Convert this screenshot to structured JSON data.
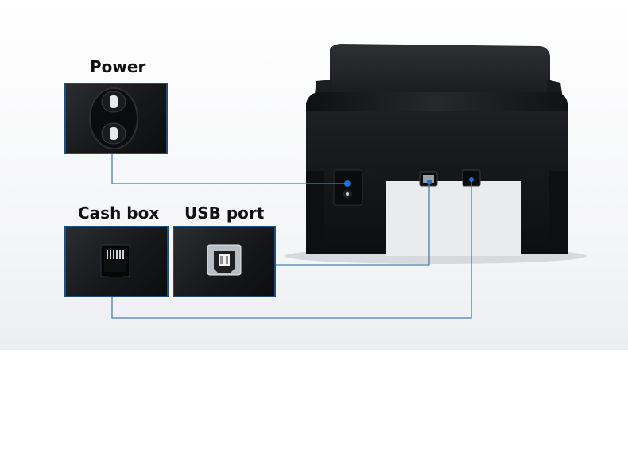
{
  "labels": {
    "power": "Power",
    "cash_box": "Cash box",
    "usb_port": "USB port"
  },
  "colors": {
    "printer_body": "#1b1c1e",
    "callout_line": "#4b7fae",
    "inset_border": "#1f4f78",
    "port_highlight": "#1a6fd0"
  }
}
